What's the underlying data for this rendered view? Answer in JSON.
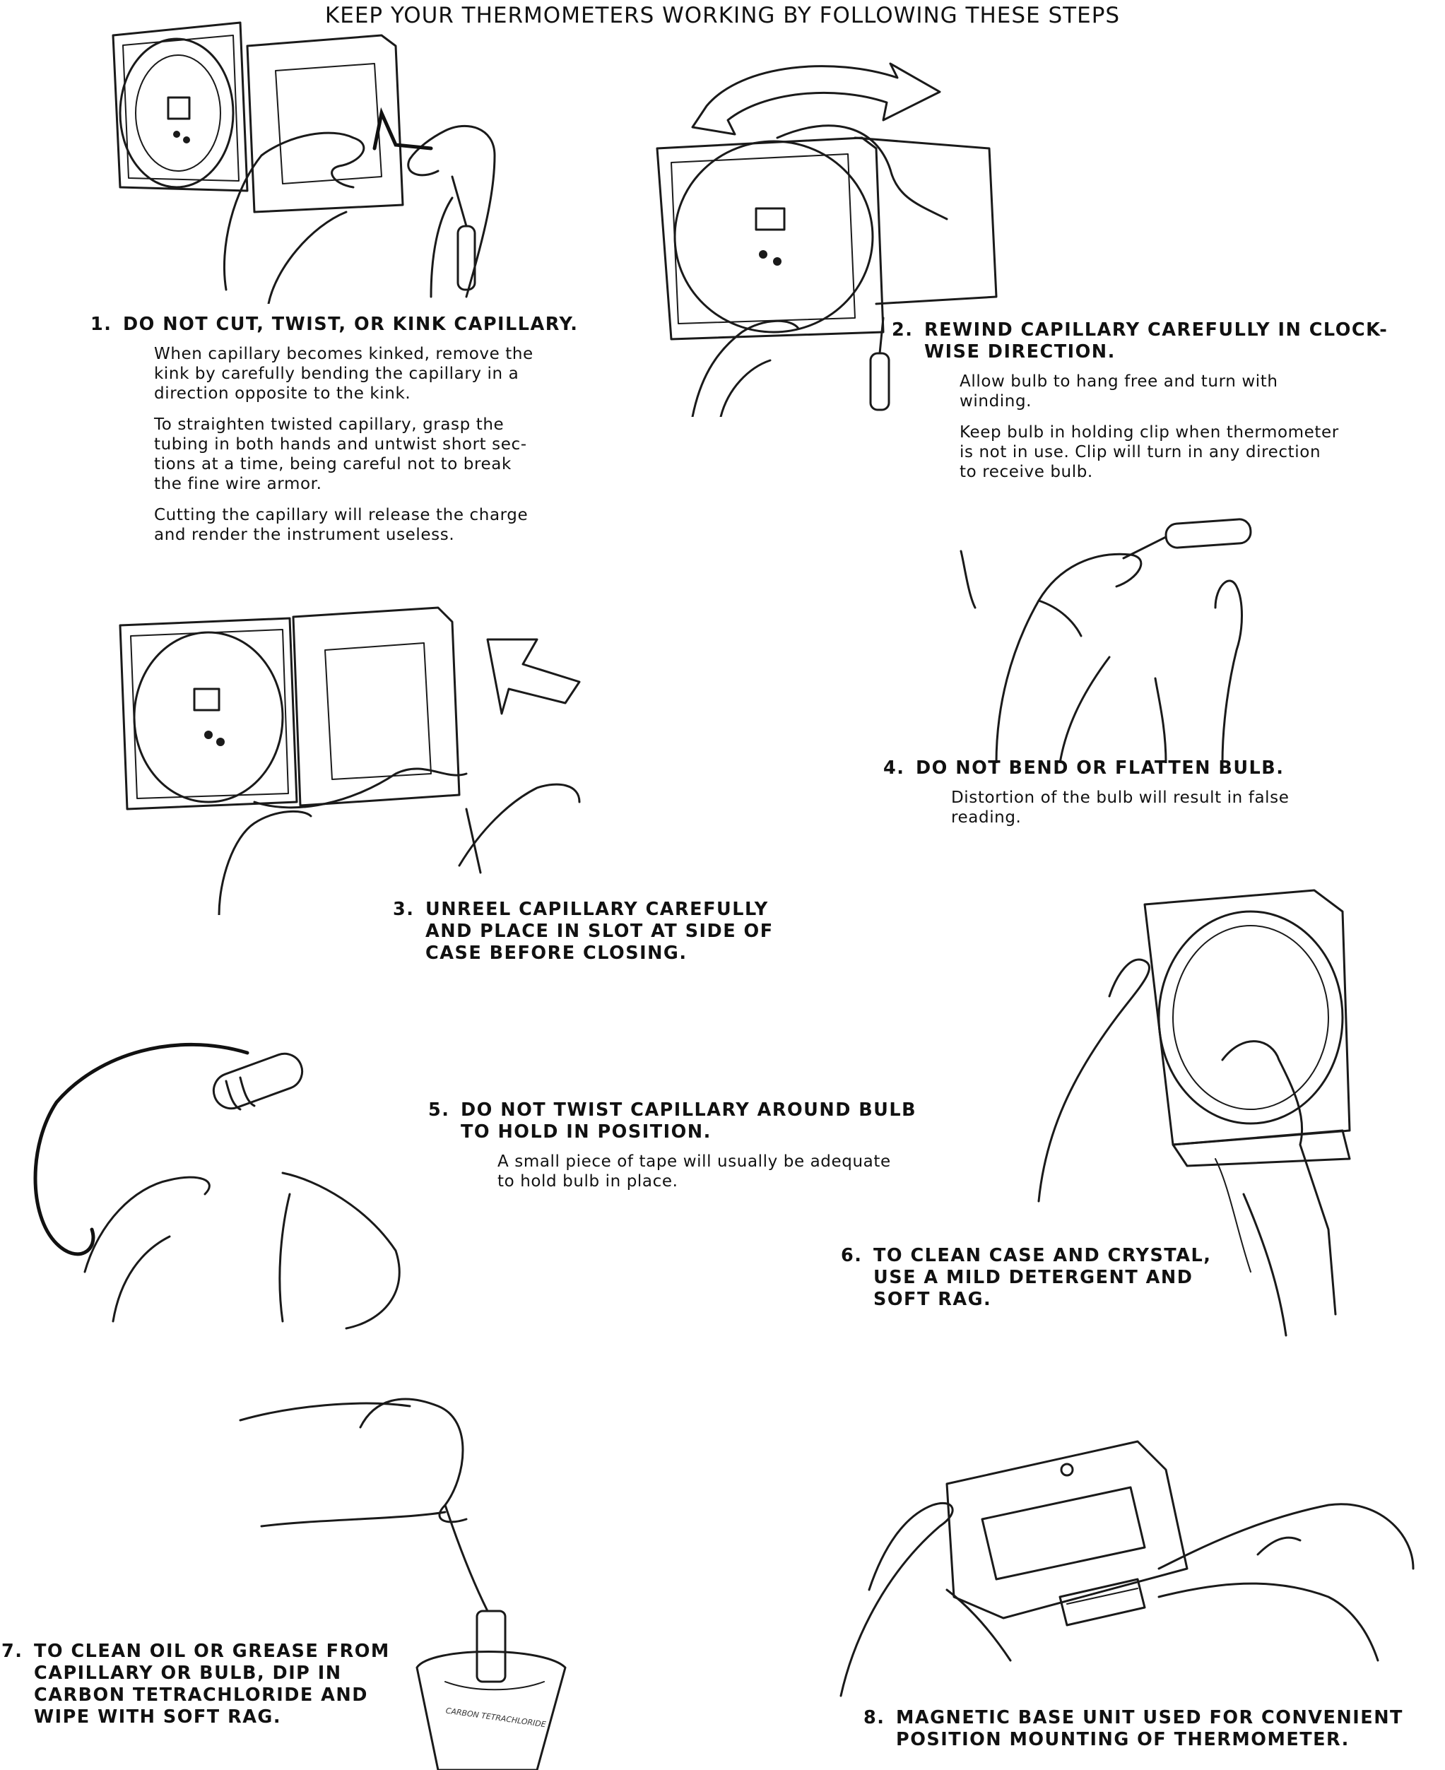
{
  "title": "KEEP YOUR THERMOMETERS WORKING BY FOLLOWING THESE STEPS",
  "steps": [
    {
      "num": "1.",
      "title": "DO NOT CUT, TWIST, OR KINK CAPILLARY.",
      "body": [
        "When capillary becomes kinked, remove the\nkink by carefully bending the capillary in a\ndirection opposite to the kink.",
        "To straighten twisted capillary, grasp the\ntubing in both hands and untwist short sec-\ntions at a time, being careful not to break\nthe fine wire armor.",
        "Cutting the capillary will release the charge\nand render the instrument useless."
      ]
    },
    {
      "num": "2.",
      "title": "REWIND CAPILLARY CAREFULLY IN CLOCK-\nWISE DIRECTION.",
      "body": [
        "Allow bulb to hang free and turn with\nwinding.",
        "Keep bulb in holding clip when thermometer\nis not in use. Clip will turn in any direction\nto receive bulb."
      ]
    },
    {
      "num": "3.",
      "title": "UNREEL CAPILLARY CAREFULLY\nAND PLACE IN SLOT AT SIDE OF\nCASE BEFORE CLOSING.",
      "body": []
    },
    {
      "num": "4.",
      "title": "DO NOT BEND OR FLATTEN BULB.",
      "body": [
        "Distortion of the bulb will result in false\nreading."
      ]
    },
    {
      "num": "5.",
      "title": "DO NOT TWIST CAPILLARY AROUND BULB\nTO HOLD IN POSITION.",
      "body": [
        "A small piece of tape will usually be adequate\nto hold bulb in place."
      ]
    },
    {
      "num": "6.",
      "title": "TO CLEAN CASE AND CRYSTAL,\nUSE A MILD DETERGENT AND\nSOFT RAG.",
      "body": []
    },
    {
      "num": "7.",
      "title": "TO CLEAN OIL OR GREASE FROM\nCAPILLARY OR BULB, DIP IN\nCARBON TETRACHLORIDE AND\nWIPE WITH SOFT RAG.",
      "body": []
    },
    {
      "num": "8.",
      "title": "MAGNETIC BASE UNIT USED FOR CONVENIENT\nPOSITION MOUNTING OF THERMOMETER.",
      "body": []
    }
  ],
  "illustration_labels": {
    "jar_label": "CARBON TETRACHLORIDE"
  }
}
